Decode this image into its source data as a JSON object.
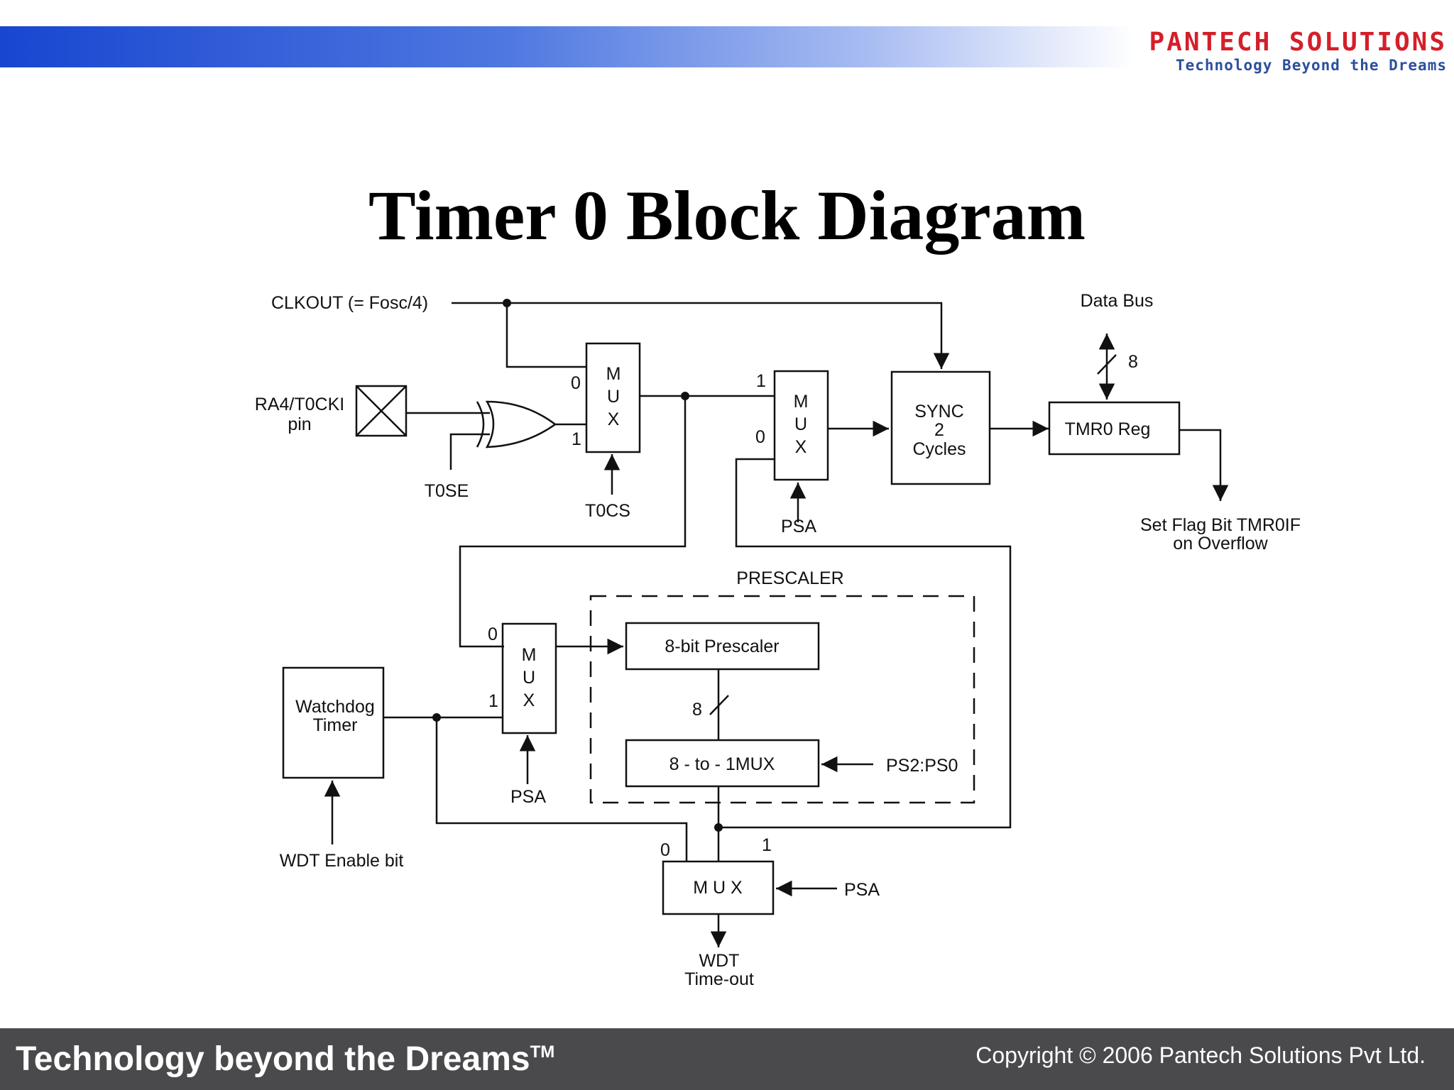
{
  "header": {
    "logo_name": "PANTECH SOLUTIONS",
    "logo_tagline": "Technology Beyond the Dreams"
  },
  "title": "Timer 0 Block Diagram",
  "diagram": {
    "clkout": "CLKOUT (= Fosc/4)",
    "ra4_pin_line1": "RA4/T0CKI",
    "ra4_pin_line2": "pin",
    "t0se": "T0SE",
    "t0cs": "T0CS",
    "mux_letters": [
      "M",
      "U",
      "X"
    ],
    "mux_bottom_label": "M U X",
    "input_0": "0",
    "input_1": "1",
    "psa": "PSA",
    "sync_line1": "SYNC",
    "sync_line2": "2",
    "sync_line3": "Cycles",
    "data_bus": "Data Bus",
    "bus_width": "8",
    "tmr0_reg": "TMR0 Reg",
    "flag_line1": "Set Flag Bit TMR0IF",
    "flag_line2": "on Overflow",
    "prescaler_title": "PRESCALER",
    "prescaler_8bit": "8-bit Prescaler",
    "prescaler_width": "8",
    "mux_8to1": "8 - to - 1MUX",
    "ps_bits": "PS2:PS0",
    "watchdog_line1": "Watchdog",
    "watchdog_line2": "Timer",
    "wdt_enable": "WDT Enable bit",
    "wdt_timeout_line1": "WDT",
    "wdt_timeout_line2": "Time-out"
  },
  "footer": {
    "slogan": "Technology beyond the Dreams",
    "trademark": "TM",
    "copyright": "Copyright © 2006 Pantech Solutions Pvt Ltd."
  },
  "colors": {
    "banner_blue": "#1846d0",
    "logo_red": "#d41f2a",
    "logo_blue": "#2c4f9e",
    "footer_bg": "#4a4a4c"
  }
}
